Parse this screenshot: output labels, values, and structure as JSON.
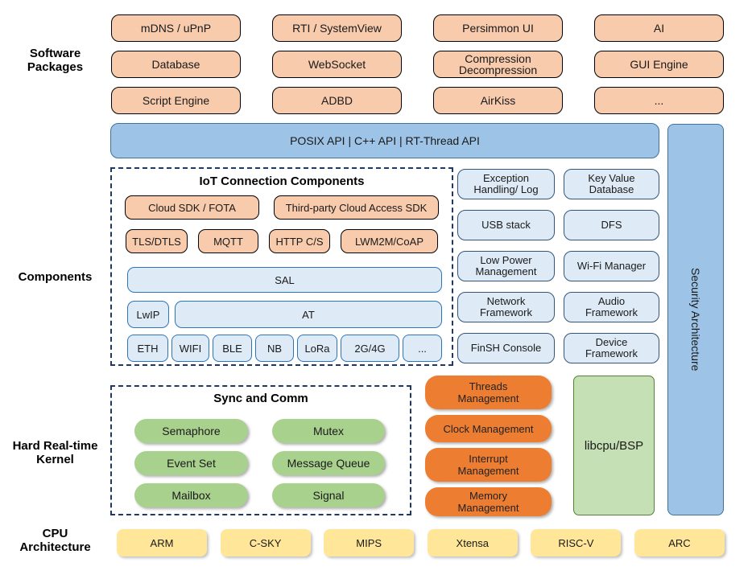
{
  "side_labels": {
    "software_packages": "Software\nPackages",
    "components": "Components",
    "kernel": "Hard Real-time\nKernel",
    "cpu": "CPU\nArchitecture"
  },
  "software_packages": {
    "items": [
      "mDNS / uPnP",
      "RTI / SystemView",
      "Persimmon UI",
      "AI",
      "Database",
      "WebSocket",
      "Compression\nDecompression",
      "GUI Engine",
      "Script Engine",
      "ADBD",
      "AirKiss",
      "..."
    ]
  },
  "api_bar": {
    "label": "POSIX API  |  C++ API  |  RT-Thread API"
  },
  "security": {
    "label": "Security Architecture"
  },
  "iot": {
    "title": "IoT Connection Components",
    "cloud_row": [
      "Cloud SDK / FOTA",
      "Third-party Cloud Access SDK"
    ],
    "protocol_row": [
      "TLS/DTLS",
      "MQTT",
      "HTTP C/S",
      "LWM2M/CoAP"
    ],
    "sal": "SAL",
    "lwip": "LwIP",
    "at": "AT",
    "links": [
      "ETH",
      "WIFI",
      "BLE",
      "NB",
      "LoRa",
      "2G/4G",
      "..."
    ]
  },
  "components": {
    "boxes": [
      "Exception\nHandling/ Log",
      "Key Value\nDatabase",
      "USB stack",
      "DFS",
      "Low Power\nManagement",
      "Wi-Fi Manager",
      "Network\nFramework",
      "Audio\nFramework",
      "FinSH Console",
      "Device\nFramework"
    ]
  },
  "kernel": {
    "sync_title": "Sync and Comm",
    "sync_items": [
      "Semaphore",
      "Mutex",
      "Event Set",
      "Message Queue",
      "Mailbox",
      "Signal"
    ],
    "mgmt_items": [
      "Threads\nManagement",
      "Clock Management",
      "Interrupt\nManagement",
      "Memory\nManagement"
    ],
    "libcpu": "libcpu/BSP"
  },
  "cpu_architectures": [
    "ARM",
    "C-SKY",
    "MIPS",
    "Xtensa",
    "RISC-V",
    "ARC"
  ],
  "colors": {
    "package_fill": "#F8CBAD",
    "api_fill": "#9DC3E6",
    "light_blue_fill": "#DEEBF7",
    "blue_border": "#2E75B6",
    "dashed_border": "#1F3864",
    "green_pill": "#A9D18E",
    "dark_orange": "#ED7D31",
    "libcpu_fill": "#C5E0B4",
    "cpu_yellow": "#FFE699"
  }
}
